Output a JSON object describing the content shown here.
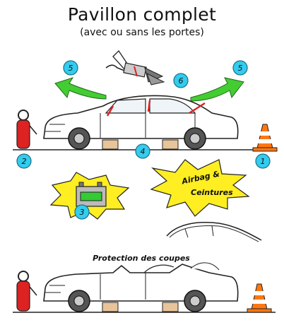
{
  "title": "Pavillon complet",
  "subtitle": "(avec ou sans les portes)",
  "steps": {
    "s1": "1",
    "s2": "2",
    "s3": "3",
    "s4": "4",
    "s5": "5",
    "s6": "6"
  },
  "burst_airbag": {
    "line1": "Airbag &",
    "line2": "Ceintures"
  },
  "caption_bottom": "Protection des coupes",
  "colors": {
    "step_fill": "#33ccee",
    "arrow": "#44cc33",
    "burst": "#ffee22",
    "extinguisher": "#dd2222",
    "cone": "#ff7711",
    "block": "#e8c49a",
    "cut_marks": "#dd2222"
  }
}
